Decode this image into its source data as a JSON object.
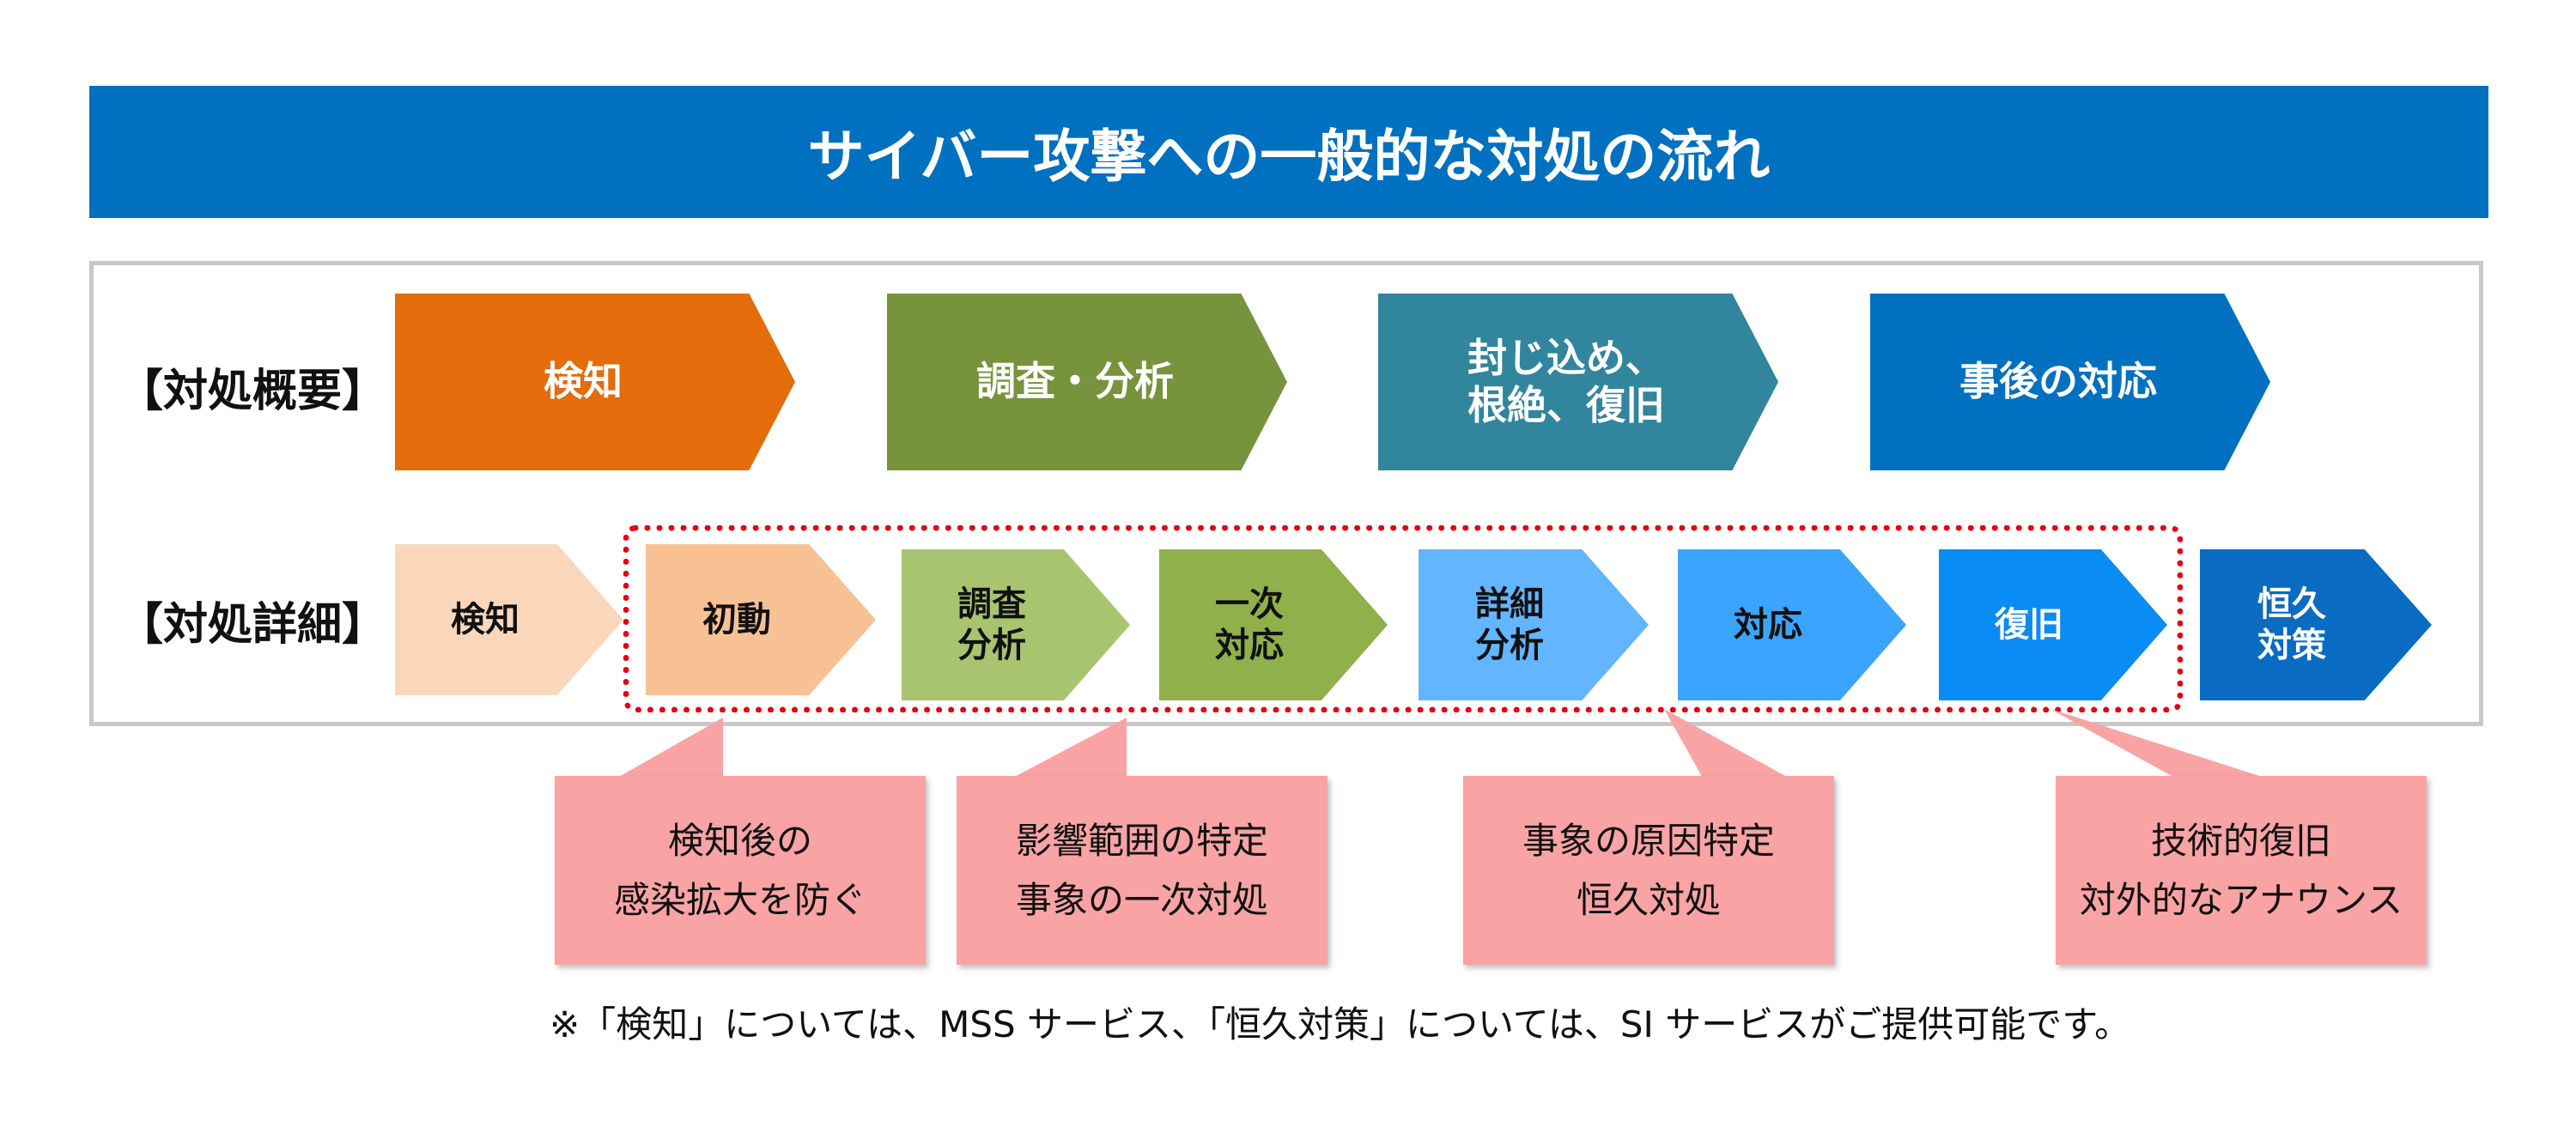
{
  "title": "サイバー攻撃への一般的な対処の流れ",
  "rows": {
    "overview_label": "【対処概要】",
    "detail_label": "【対処詳細】"
  },
  "overview_steps": [
    {
      "label": "検知",
      "color": "#E46C0A"
    },
    {
      "label": "調査・分析",
      "color": "#77933C"
    },
    {
      "label": "封じ込め、\n根絶、復旧",
      "color": "#31859C"
    },
    {
      "label": "事後の対応",
      "color": "#0070C0"
    }
  ],
  "detail_steps": [
    {
      "label": "検知",
      "color": "#FAD7BB"
    },
    {
      "label": "初動",
      "color": "#F8C194"
    },
    {
      "label": "調査\n分析",
      "color": "#A9C46E"
    },
    {
      "label": "一次\n対応",
      "color": "#8FB04A"
    },
    {
      "label": "詳細\n分析",
      "color": "#63B5FF"
    },
    {
      "label": "対応",
      "color": "#3BA4FF"
    },
    {
      "label": "復旧",
      "color": "#0A8CF5"
    },
    {
      "label": "恒久\n対策",
      "color": "#0A6BC2"
    }
  ],
  "callouts": [
    {
      "text": "検知後の\n感染拡大を防ぐ"
    },
    {
      "text": "影響範囲の特定\n事象の一次対処"
    },
    {
      "text": "事象の原因特定\n恒久対処"
    },
    {
      "text": "技術的復旧\n対外的なアナウンス"
    }
  ],
  "callout_color": "#F9A3A4",
  "highlight_border_color": "#E60012",
  "footnote": "※「検知」については、MSS サービス、「恒久対策」については、SI サービスがご提供可能です。"
}
